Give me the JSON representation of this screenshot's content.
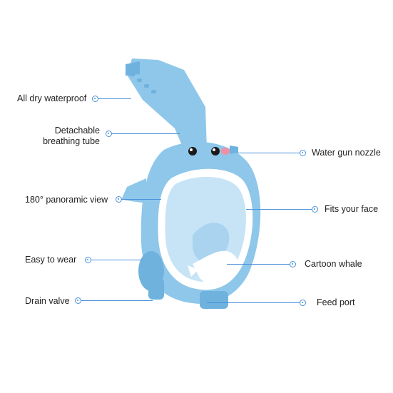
{
  "colors": {
    "accent": "#4a90d9",
    "mask_blue": "#8ec7ea",
    "mask_blue_dark": "#6fb2de",
    "lens": "#c6e4f6",
    "frame_white": "#ffffff",
    "text": "#222222"
  },
  "product": {
    "icon": "full-face-snorkel-mask-illustration"
  },
  "callouts": {
    "left": [
      {
        "text": "All dry waterproof"
      },
      {
        "lines": [
          "Detachable",
          "breathing tube"
        ]
      },
      {
        "text": "180° panoramic view"
      },
      {
        "text": "Easy to wear"
      },
      {
        "text": "Drain valve"
      }
    ],
    "right": [
      {
        "text": "Water gun nozzle"
      },
      {
        "text": "Fits your face"
      },
      {
        "text": "Cartoon whale"
      },
      {
        "text": "Feed port"
      }
    ]
  }
}
